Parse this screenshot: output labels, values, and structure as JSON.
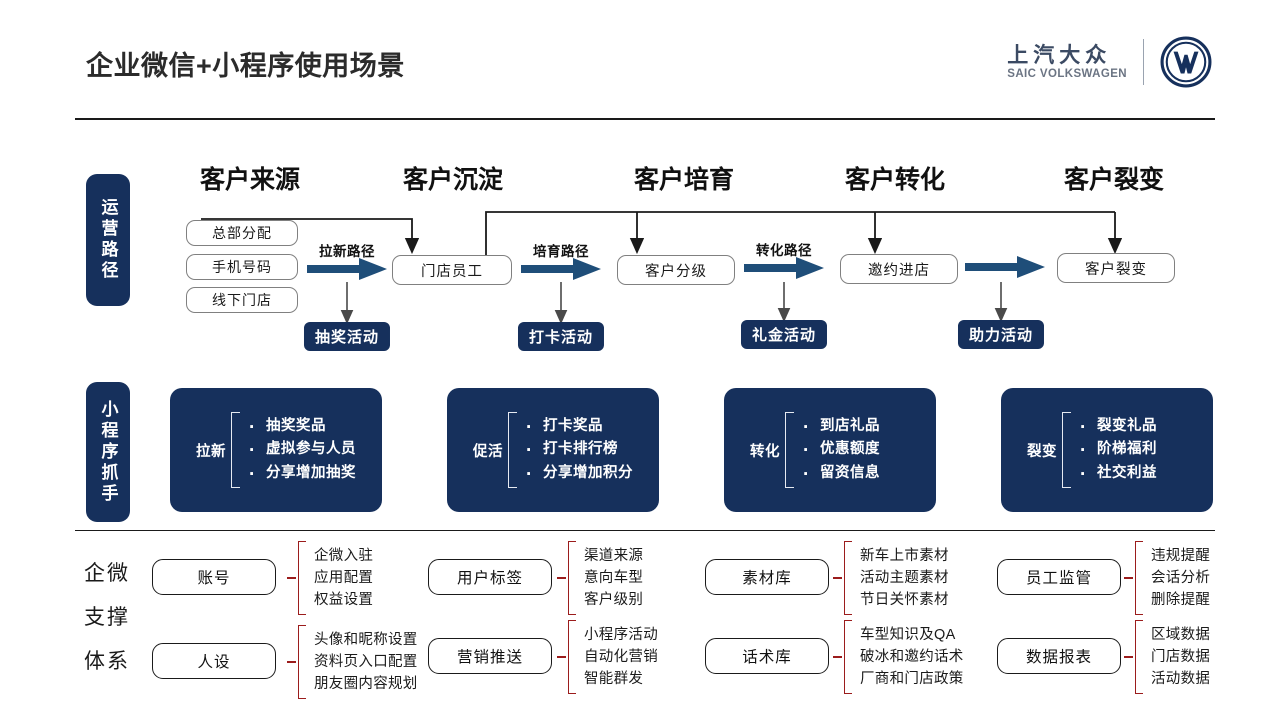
{
  "header": {
    "title": "企业微信+小程序使用场景",
    "brand_cn": "上汽大众",
    "brand_en": "SAIC VOLKSWAGEN",
    "logo_icon": "volkswagen-logo-icon"
  },
  "colors": {
    "navy": "#16305c",
    "arrow_navy": "#1f4e79",
    "bracket_red": "#9b1c1c",
    "rule": "#1a1a1a"
  },
  "rails": [
    {
      "id": "operation-path",
      "label": "运营路径"
    },
    {
      "id": "mini-program-tools",
      "label": "小程序抓手"
    }
  ],
  "stages": [
    {
      "title": "客户来源"
    },
    {
      "title": "客户沉淀"
    },
    {
      "title": "客户培育"
    },
    {
      "title": "客户转化"
    },
    {
      "title": "客户裂变"
    }
  ],
  "sources": [
    "总部分配",
    "手机号码",
    "线下门店"
  ],
  "flow_nodes": [
    "门店员工",
    "客户分级",
    "邀约进店",
    "客户裂变"
  ],
  "path_labels": [
    "拉新路径",
    "培育路径",
    "转化路径"
  ],
  "activities": [
    "抽奖活动",
    "打卡活动",
    "礼金活动",
    "助力活动"
  ],
  "mini_program_cards": [
    {
      "key": "拉新",
      "items": [
        "抽奖奖品",
        "虚拟参与人员",
        "分享增加抽奖"
      ]
    },
    {
      "key": "促活",
      "items": [
        "打卡奖品",
        "打卡排行榜",
        "分享增加积分"
      ]
    },
    {
      "key": "转化",
      "items": [
        "到店礼品",
        "优惠额度",
        "留资信息"
      ]
    },
    {
      "key": "裂变",
      "items": [
        "裂变礼品",
        "阶梯福利",
        "社交利益"
      ]
    }
  ],
  "support": {
    "label_lines": [
      "企微",
      "支撑",
      "体系"
    ],
    "groups": [
      {
        "node": "账号",
        "items": [
          "企微入驻",
          "应用配置",
          "权益设置"
        ]
      },
      {
        "node": "用户标签",
        "items": [
          "渠道来源",
          "意向车型",
          "客户级别"
        ]
      },
      {
        "node": "素材库",
        "items": [
          "新车上市素材",
          "活动主题素材",
          "节日关怀素材"
        ]
      },
      {
        "node": "员工监管",
        "items": [
          "违规提醒",
          "会话分析",
          "删除提醒"
        ]
      },
      {
        "node": "人设",
        "items": [
          "头像和昵称设置",
          "资料页入口配置",
          "朋友圈内容规划"
        ]
      },
      {
        "node": "营销推送",
        "items": [
          "小程序活动",
          "自动化营销",
          "智能群发"
        ]
      },
      {
        "node": "话术库",
        "items": [
          "车型知识及QA",
          "破冰和邀约话术",
          "厂商和门店政策"
        ]
      },
      {
        "node": "数据报表",
        "items": [
          "区域数据",
          "门店数据",
          "活动数据"
        ]
      }
    ]
  }
}
